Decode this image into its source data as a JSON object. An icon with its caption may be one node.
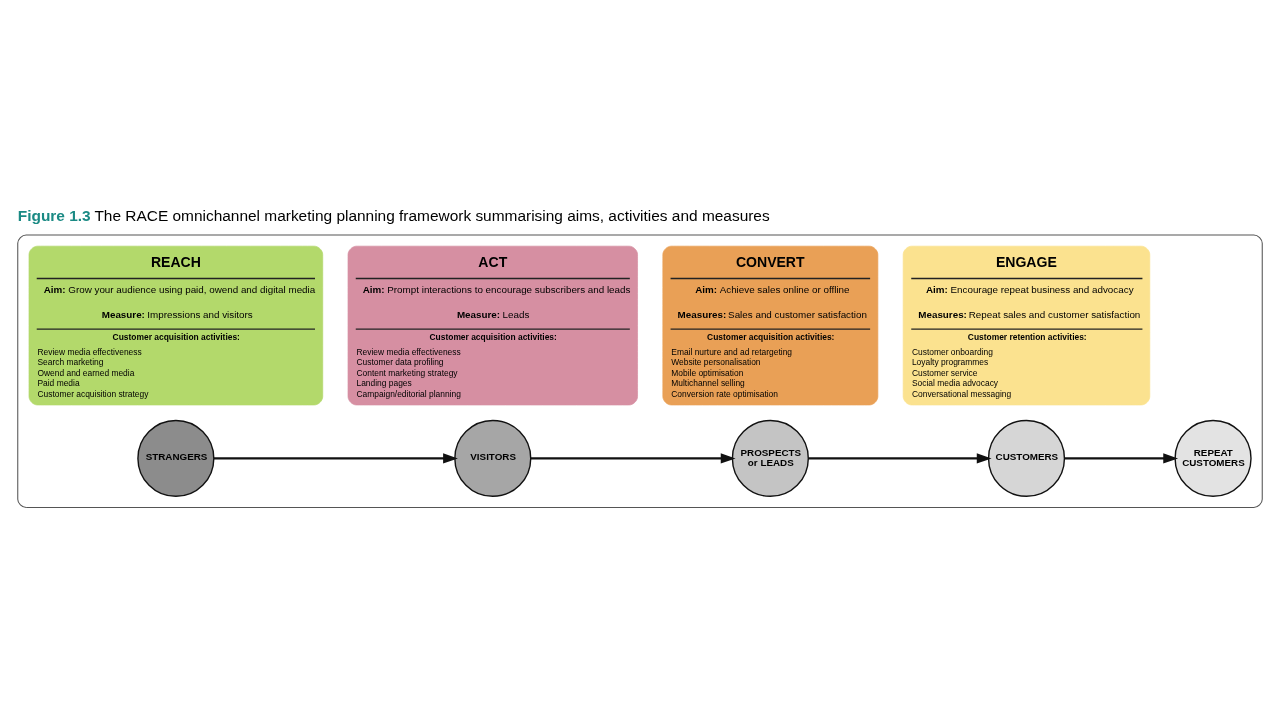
{
  "diagram": {
    "title": "**Figure 1.3** The RACE omnichannel marketing planning framework summarising aims, activities and measures",
    "nodes": [
      {
        "text": [],
        "shape": "box"
      },
      {
        "text": [
          "REACH",
          "**Aim:** Grow your audience using paid, owend and digital media",
          "**Measure:** Impressions and visitors",
          "Customer acquisition activities:",
          "Review media effectiveness",
          "Search marketing",
          "Owend and earned media",
          "Paid media",
          "Customer acquisition strategy"
        ],
        "in": 0
      },
      {
        "text": [
          "ACT",
          "**Aim:** Prompt interactions to encourage subscribers and leads",
          "**Measure:** Leads",
          "Customer acquisition activities:",
          "Review media effectiveness",
          "Customer data profiling",
          "Content marketing strategy",
          "Landing pages",
          "Campaign/editorial planning"
        ],
        "in": 0
      },
      {
        "text": [
          "CONVERT",
          "**Aim:** Achieve sales online or offline",
          "**Measures:** Sales and customer satisfaction",
          "Customer acquisition activities:",
          "Email nurture and ad retargeting",
          "Website personalisation",
          "Mobile optimisation",
          "Multichannel selling",
          "Conversion rate optimisation"
        ],
        "in": 0
      },
      {
        "text": [
          "ENGAGE",
          "**Aim:** Encourage repeat business and advocacy",
          "**Measures:** Repeat sales and customer satisfaction",
          "Customer retention activities:",
          "Customer onboarding",
          "Loyalty programmes",
          "Customer service",
          "Social media advocacy",
          "Conversational messaging"
        ],
        "in": 0
      },
      {
        "text": [
          "STRANGERS"
        ],
        "in": 0
      },
      {
        "text": [
          "VISITORS"
        ],
        "in": 0
      },
      {
        "text": [
          "PROSPECTS or LEADS"
        ],
        "in": 0
      },
      {
        "text": [
          "CUSTOMERS"
        ],
        "in": 0
      },
      {
        "text": [
          "REPEAT CUSTOMERS"
        ],
        "in": 0
      }
    ],
    "edges": [
      {
        "from": 5,
        "to": 6,
        "arrow": "to"
      },
      {
        "from": 6,
        "to": 7,
        "arrow": "to"
      },
      {
        "from": 7,
        "to": 8,
        "arrow": "to"
      },
      {
        "from": 8,
        "to": 9,
        "arrow": "to"
      }
    ]
  }
}
